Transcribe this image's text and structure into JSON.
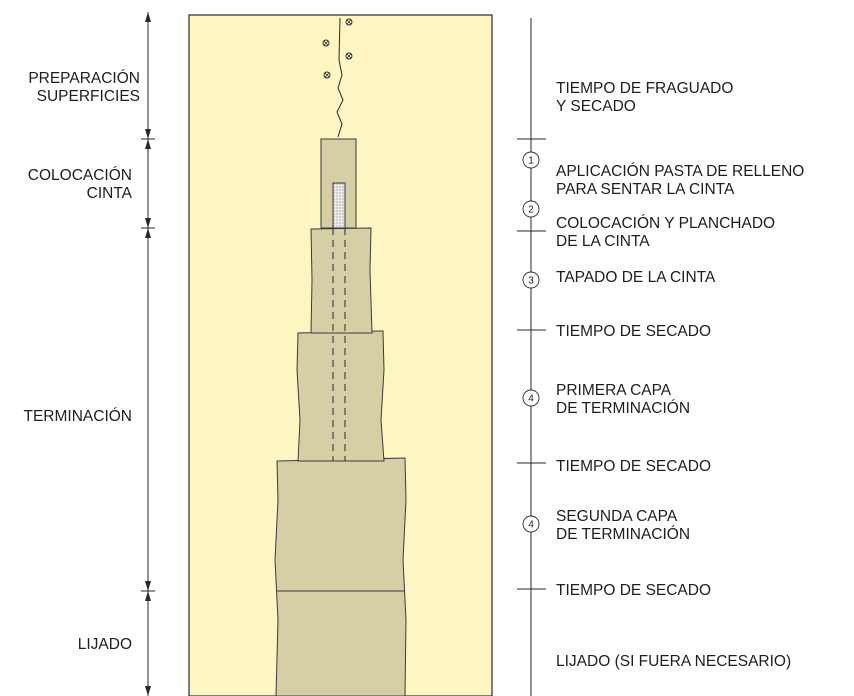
{
  "left_phases": {
    "preparacion": [
      "PREPARACIÓN",
      "SUPERFICIES"
    ],
    "colocacion": [
      "COLOCACIÓN",
      "CINTA"
    ],
    "terminacion": "TERMINACIÓN",
    "lijado": "LIJADO"
  },
  "right_steps": {
    "fraguado": [
      "TIEMPO DE FRAGUADO",
      "Y SECADO"
    ],
    "aplicacion": [
      "APLICACIÓN PASTA DE RELLENO",
      "PARA SENTAR LA CINTA"
    ],
    "planchado": [
      "COLOCACIÓN Y PLANCHADO",
      "DE LA CINTA"
    ],
    "tapado": "TAPADO DE LA CINTA",
    "secado_1": "TIEMPO DE SECADO",
    "primera_capa": [
      "PRIMERA CAPA",
      "DE TERMINACIÓN"
    ],
    "secado_2": "TIEMPO DE SECADO",
    "segunda_capa": [
      "SEGUNDA CAPA",
      "DE TERMINACIÓN"
    ],
    "secado_3": "TIEMPO DE SECADO",
    "lijado_final": "LIJADO (SI FUERA NECESARIO)"
  },
  "step_numbers": {
    "n1": "1",
    "n2": "2",
    "n3": "3",
    "n4a": "4",
    "n4b": "4"
  },
  "colors": {
    "panel_background": "#fdf6c3",
    "joint_compound": "#d6cfa6",
    "tape": "#e8e8e8",
    "line": "#2a2a2a"
  }
}
